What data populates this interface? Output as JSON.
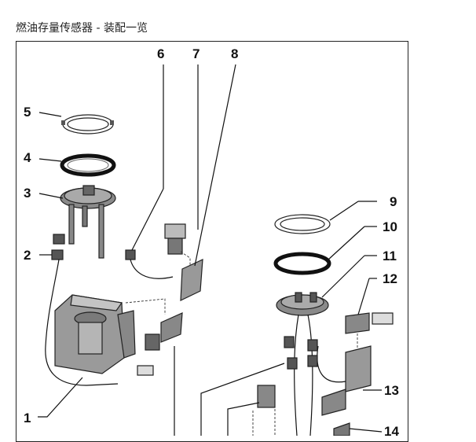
{
  "header": {
    "title": "燃油存量传感器 - 装配一览"
  },
  "callouts": {
    "c1": "1",
    "c2": "2",
    "c3": "3",
    "c4": "4",
    "c5": "5",
    "c6": "6",
    "c7": "7",
    "c8": "8",
    "c9": "9",
    "c10": "10",
    "c11": "11",
    "c12": "12",
    "c13": "13",
    "c14": "14"
  },
  "icons": [
    "exploded-assembly-drawing"
  ]
}
